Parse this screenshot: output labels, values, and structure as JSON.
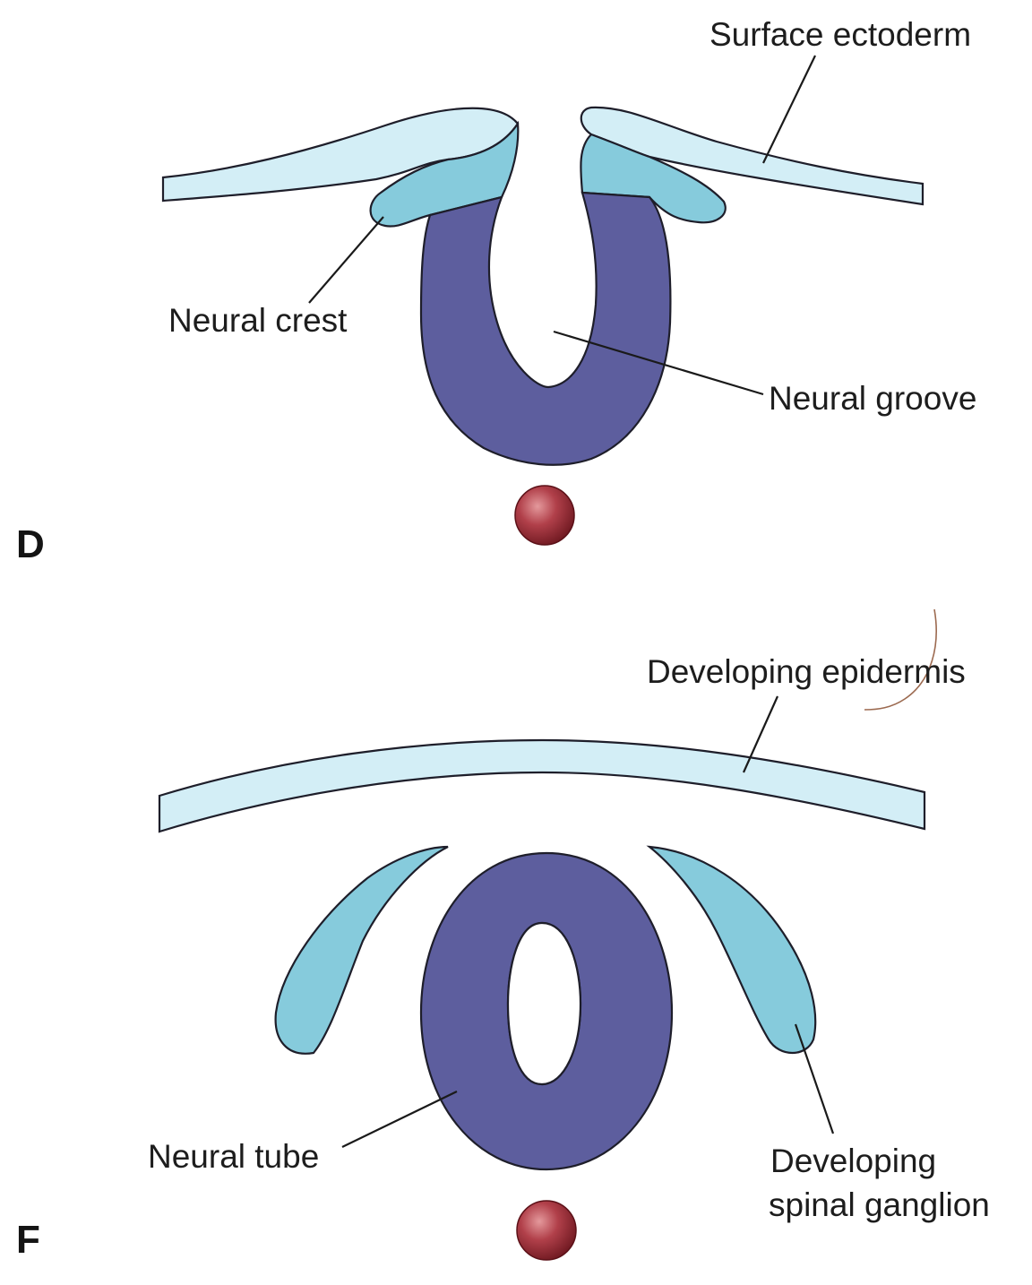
{
  "panels": [
    {
      "letter": "D",
      "labels": {
        "surface_ectoderm": "Surface ectoderm",
        "neural_crest": "Neural crest",
        "neural_groove": "Neural groove"
      }
    },
    {
      "letter": "F",
      "labels": {
        "developing_epidermis": "Developing epidermis",
        "neural_tube": "Neural tube",
        "developing_spinal_ganglion_line1": "Developing",
        "developing_spinal_ganglion_line2": "spinal ganglion"
      }
    }
  ],
  "colors": {
    "ectoderm": "#d3eef6",
    "neural_crest": "#86cbdc",
    "neural_plate": "#5d5e9e",
    "notochord": "#9e2b33",
    "outline": "#1e1e2a"
  }
}
